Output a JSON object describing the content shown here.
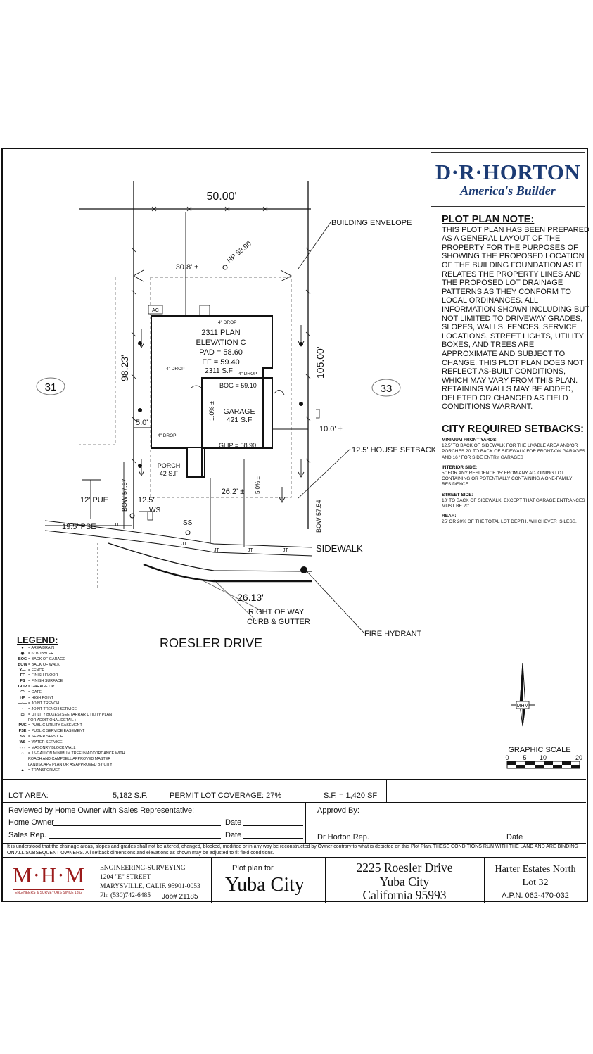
{
  "brand": {
    "name": "D·R·HORTON",
    "tagline": "America's Builder"
  },
  "plot_note": {
    "title": "PLOT PLAN NOTE:",
    "body": "THIS PLOT PLAN HAS BEEN PREPARED AS A GENERAL LAYOUT OF THE PROPERTY FOR THE PURPOSES OF SHOWING THE PROPOSED LOCATION OF THE BUILDING FOUNDATION AS IT RELATES THE PROPERTY LINES AND THE PROPOSED LOT DRAINAGE PATTERNS AS THEY CONFORM TO LOCAL ORDINANCES. ALL INFORMATION SHOWN INCLUDING BUT NOT LIMITED TO DRIVEWAY GRADES, SLOPES, WALLS, FENCES, SERVICE LOCATIONS, STREET LIGHTS, UTILITY BOXES, AND TREES ARE APPROXIMATE AND SUBJECT TO CHANGE. THIS PLOT PLAN DOES NOT REFLECT AS-BUILT CONDITIONS, WHICH MAY VARY FROM THIS PLAN. RETAINING WALLS MAY BE ADDED, DELETED OR CHANGED AS FIELD CONDITIONS WARRANT."
  },
  "setbacks": {
    "title": "CITY REQUIRED SETBACKS:",
    "items": [
      {
        "heading": "MINIMUM FRONT YARDS:",
        "text": "12.5' TO BACK OF SIDEWALK FOR THE LIVABLE AREA AND/OR PORCHES 20' TO BACK OF SIDEWALK FOR FRONT-ON GARAGES AND 16 ' FOR SIDE ENTRY GARAGES"
      },
      {
        "heading": "INTERIOR SIDE:",
        "text": "5 ' FOR ANY RESIDENCE 15' FROM ANY ADJOINING LOT CONTAINING OR POTENTIALLY CONTAINING A ONE-FAMILY RESIDENCE."
      },
      {
        "heading": "STREET SIDE:",
        "text": "10' TO BACK OF SIDEWALK, EXCEPT THAT GARAGE ENTRANCES MUST BE 20'"
      },
      {
        "heading": "REAR:",
        "text": "25' OR 20% OF THE TOTAL LOT DEPTH, WHICHEVER IS LESS."
      }
    ]
  },
  "plan": {
    "dim_top": "50.00'",
    "rear_setback": "30.8' ±",
    "high_point": "HP 58.90",
    "building_envelope": "BUILDING ENVELOPE",
    "ac": "AC",
    "drop_top": "4\" DROP",
    "drop_left": "4\" DROP",
    "drop_right": "4\" DROP",
    "drop_porch": "4\" DROP",
    "house_lines": [
      "2311 PLAN",
      "ELEVATION C",
      "PAD = 58.60",
      "FF = 59.40",
      "2311 S.F"
    ],
    "bog": "BOG = 59.10",
    "garage_lines": [
      "GARAGE",
      "421 S.F"
    ],
    "glip": "GLIP = 58.90",
    "slope_garage": "1.0% ±",
    "porch_lines": [
      "PORCH",
      "42 S.F"
    ],
    "left_depth": "98.23'",
    "right_depth": "105.00'",
    "lot_left": "31",
    "lot_right": "33",
    "side_left": "5.0'",
    "side_right": "10.0' ±",
    "house_setback": "12.5' HOUSE SETBACK",
    "driveway_len": "26.2' ±",
    "driveway_slope": "5.0% ±",
    "pue": "12' PUE",
    "pse": "19.5' PSE",
    "front_setback": "12.5'",
    "bow_left": "BOW 57.67",
    "bow_right": "BOW 57.54",
    "ws": "WS",
    "ss": "SS",
    "jt": "JT",
    "sidewalk": "SIDEWALK",
    "frontage": "26.13'",
    "right_of_way": "RIGHT OF WAY",
    "curb": "CURB & GUTTER",
    "fire_hydrant": "FIRE HYDRANT",
    "street": "ROESLER DRIVE",
    "scale_title": "GRAPHIC SCALE",
    "scale_ticks": [
      "0",
      "5",
      "10",
      "20"
    ]
  },
  "legend": {
    "title": "LEGEND:",
    "items": [
      {
        "sym": "●",
        "text": "= AREA DRAIN"
      },
      {
        "sym": "◉",
        "text": "= 6\" BUBBLER"
      },
      {
        "sym": "BOG",
        "text": "= BACK OF GARAGE"
      },
      {
        "sym": "BOW",
        "text": "= BACK OF WALK"
      },
      {
        "sym": "X—",
        "text": "= FENCE"
      },
      {
        "sym": "FF",
        "text": "= FINISH FLOOR"
      },
      {
        "sym": "FS",
        "text": "= FINISH SURFACE"
      },
      {
        "sym": "GLIP",
        "text": "= GARAGE LIP"
      },
      {
        "sym": "⌒",
        "text": "= GATE"
      },
      {
        "sym": "HP",
        "text": "= HIGH POINT"
      },
      {
        "sym": "—·—",
        "text": "= JOINT TRENCH"
      },
      {
        "sym": "—·—",
        "text": "= JOINT TRENCH SERVICE"
      },
      {
        "sym": "▭",
        "text": "= UTILITY BOXES (SEE TARRAR UTILITY PLAN"
      },
      {
        "sym": "",
        "text": "FOR ADDITIONAL DETAIL )"
      },
      {
        "sym": "PUE",
        "text": "= PUBLIC UTILITY EASEMENT"
      },
      {
        "sym": "PSE",
        "text": "= PUBLIC SERVICE EASEMENT"
      },
      {
        "sym": "SS",
        "text": "= SEWER SERVICE"
      },
      {
        "sym": "WS",
        "text": "= WATER SERVICE"
      },
      {
        "sym": "- - -",
        "text": "= MASONRY BLOCK WALL"
      },
      {
        "sym": "◌",
        "text": "= 15-GALLON MINIMUM TREE IN ACCORDANCE WITH"
      },
      {
        "sym": "",
        "text": "ROACH AND CAMPBELL APPROVED MASTER"
      },
      {
        "sym": "",
        "text": "LANDSCAPE PLAN OR AS APPROVED BY CITY"
      },
      {
        "sym": "▲",
        "text": "= TRANSFORMER"
      }
    ]
  },
  "summary": {
    "lot_area_label": "LOT AREA:",
    "lot_area_value": "5,182 S.F.",
    "coverage": "PERMIT LOT COVERAGE: 27%",
    "sf": "S.F. = 1,420 SF"
  },
  "review": {
    "reviewed": "Reviewed by Home Owner with Sales Representative:",
    "home_owner": "Home Owner",
    "date": "Date",
    "sales_rep": "Sales Rep.",
    "approved": "Approvd By:",
    "dr_horton_rep": "Dr Horton Rep.",
    "date2": "Date"
  },
  "disclaimer": "It is understood that the drainage areas, slopes and grades shall not be altered, changed, blocked, modified or in any way be reconstructed by Owner contrary to what is depicted on this Plot Plan. THESE CONDITIONS RUN WITH THE LAND AND ARE BINDING ON ALL SUBSEQUENT OWNERS. All setback dimensions and elevations as shown may be adjusted to fit field conditions.",
  "title_block": {
    "firm_logo": "M·H·M",
    "firm_tag": "ENGINEERS & SURVEYORS SINCE 1852",
    "firm_lines": [
      "ENGINEERING-SURVEYING",
      "1204 \"E\" STREET",
      "MARYSVILLE, CALIF. 95901-0053",
      "Ph: (530)742-6485"
    ],
    "job": "Job# 21185",
    "plot_for": "Plot plan for",
    "city": "Yuba City",
    "address": [
      "2225 Roesler Drive",
      "Yuba City",
      "California 95993"
    ],
    "subdivision": "Harter Estates North",
    "lot": "Lot 32",
    "apn": "A.P.N. 062-470-032"
  }
}
